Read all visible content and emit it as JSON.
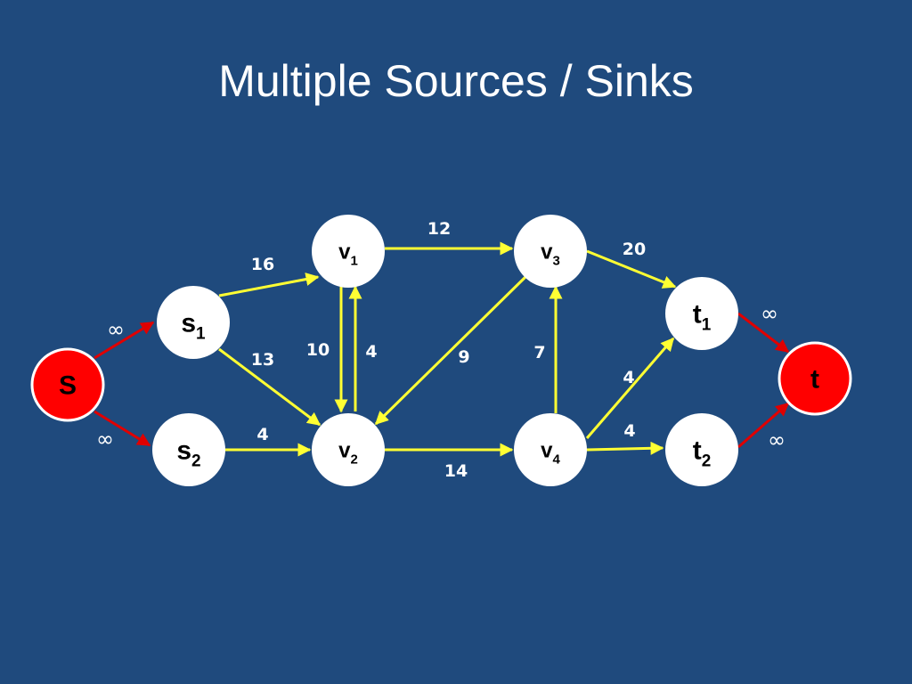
{
  "title": "Multiple Sources / Sinks",
  "colors": {
    "background": "#1f4a7d",
    "node_fill": "#ffffff",
    "terminal_fill": "#ff0000",
    "edge_yellow": "#ffff33",
    "edge_red": "#e00000",
    "text_white": "#ffffff",
    "text_black": "#000000"
  },
  "nodes": {
    "S": {
      "base": "S",
      "sub": ""
    },
    "s1": {
      "base": "s",
      "sub": "1"
    },
    "s2": {
      "base": "s",
      "sub": "2"
    },
    "v1": {
      "base": "v",
      "sub": "1"
    },
    "v2": {
      "base": "v",
      "sub": "2"
    },
    "v3": {
      "base": "v",
      "sub": "3"
    },
    "v4": {
      "base": "v",
      "sub": "4"
    },
    "t1": {
      "base": "t",
      "sub": "1"
    },
    "t2": {
      "base": "t",
      "sub": "2"
    },
    "t": {
      "base": "t",
      "sub": ""
    }
  },
  "edges": [
    {
      "from": "S",
      "to": "s1",
      "capacity": "∞"
    },
    {
      "from": "S",
      "to": "s2",
      "capacity": "∞"
    },
    {
      "from": "s1",
      "to": "v1",
      "capacity": "16"
    },
    {
      "from": "s1",
      "to": "v2",
      "capacity": "13"
    },
    {
      "from": "s2",
      "to": "v2",
      "capacity": "4"
    },
    {
      "from": "v1",
      "to": "v2",
      "capacity": "10"
    },
    {
      "from": "v2",
      "to": "v1",
      "capacity": "4"
    },
    {
      "from": "v1",
      "to": "v3",
      "capacity": "12"
    },
    {
      "from": "v3",
      "to": "v2",
      "capacity": "9"
    },
    {
      "from": "v2",
      "to": "v4",
      "capacity": "14"
    },
    {
      "from": "v4",
      "to": "v3",
      "capacity": "7"
    },
    {
      "from": "v3",
      "to": "t1",
      "capacity": "20"
    },
    {
      "from": "v4",
      "to": "t1",
      "capacity": "4"
    },
    {
      "from": "v4",
      "to": "t2",
      "capacity": "4"
    },
    {
      "from": "t1",
      "to": "t",
      "capacity": "∞"
    },
    {
      "from": "t2",
      "to": "t",
      "capacity": "∞"
    }
  ]
}
